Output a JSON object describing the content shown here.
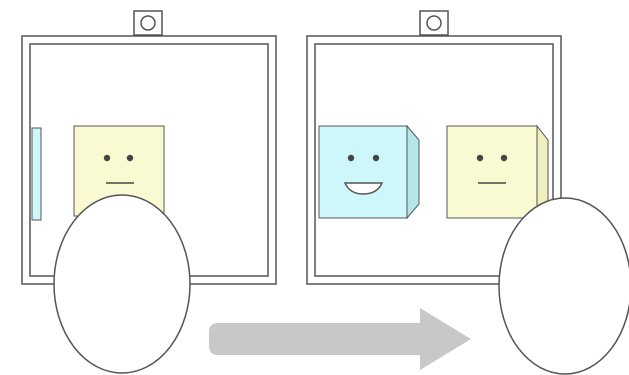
{
  "colors": {
    "background": "#ffffff",
    "outline": "#555555",
    "hook_fill": "#ffffff",
    "face_yellow": "#fafad2",
    "face_yellow_side": "#efefbf",
    "face_cyan": "#cdf7fa",
    "face_cyan_side": "#b5e6ea",
    "face_features": "#444444",
    "head_fill": "#ffffff",
    "arrow": "#c8c8c8"
  },
  "icons": {
    "frames": "square-frame-icon",
    "hooks": "hanging-hook-icon",
    "heads": "viewer-head-icon",
    "arrow": "right-arrow-icon",
    "neutral_face": "neutral-face-icon",
    "smiling_face": "smiling-face-icon"
  },
  "panels": [
    {
      "id": "before",
      "faces": [
        {
          "id": "hidden-cyan",
          "expression": "hidden",
          "color": "cyan",
          "visibility": "edge-only"
        },
        {
          "id": "yellow",
          "expression": "neutral",
          "color": "yellow",
          "visibility": "front"
        }
      ]
    },
    {
      "id": "after",
      "faces": [
        {
          "id": "cyan",
          "expression": "smiling",
          "color": "cyan",
          "visibility": "turned"
        },
        {
          "id": "yellow",
          "expression": "neutral",
          "color": "yellow",
          "visibility": "turned"
        }
      ]
    }
  ]
}
